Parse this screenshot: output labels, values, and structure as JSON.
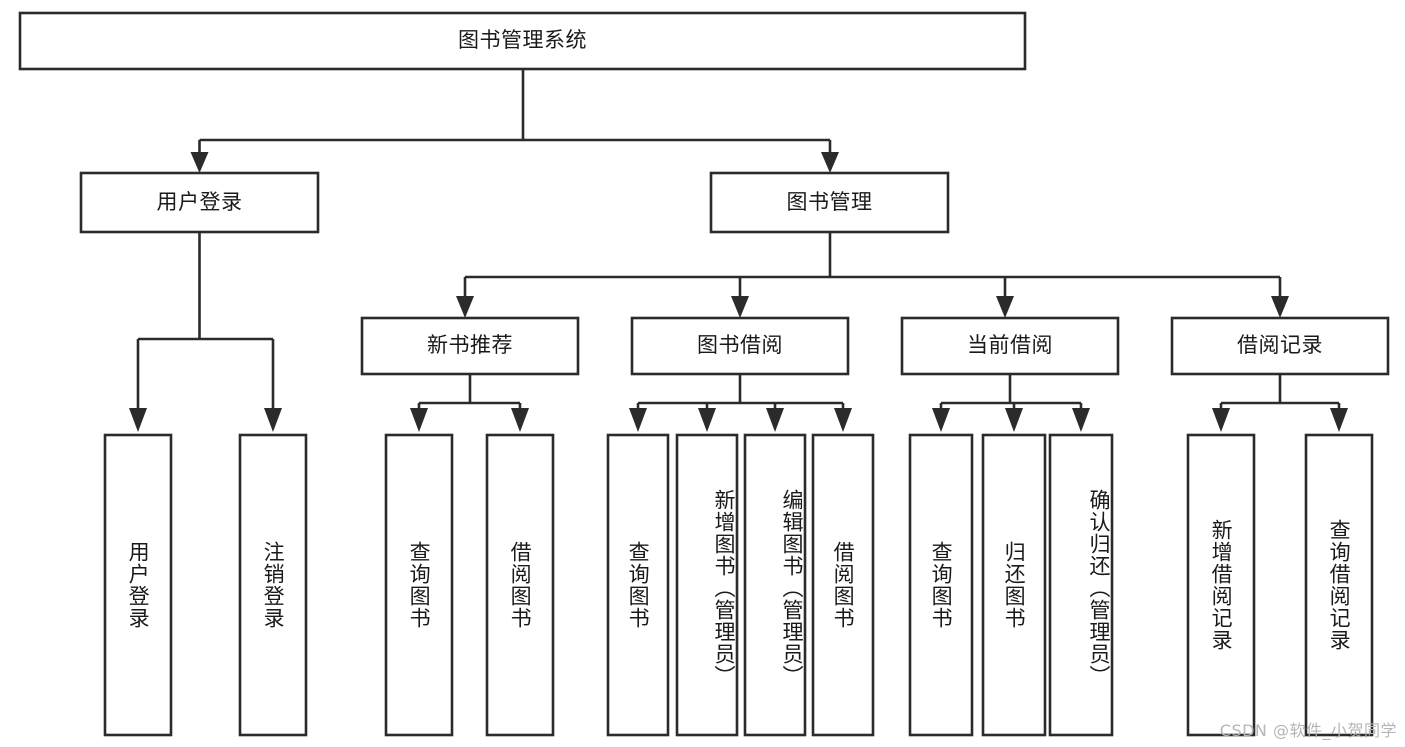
{
  "diagram": {
    "type": "tree",
    "title": "图书管理系统",
    "colors": {
      "box_stroke": "#2b2b2b",
      "box_fill": "#ffffff",
      "text": "#1a1a1a",
      "background": "#ffffff",
      "watermark": "#b5b5b5"
    },
    "root": {
      "label": "图书管理系统"
    },
    "level1": [
      {
        "label": "用户登录"
      },
      {
        "label": "图书管理"
      }
    ],
    "level2": [
      {
        "label": "新书推荐"
      },
      {
        "label": "图书借阅"
      },
      {
        "label": "当前借阅"
      },
      {
        "label": "借阅记录"
      }
    ],
    "leaves": {
      "user_login": [
        {
          "label": "用户登录"
        },
        {
          "label": "注销登录"
        }
      ],
      "new_book": [
        {
          "label": "查询图书"
        },
        {
          "label": "借阅图书"
        }
      ],
      "book_borrow": [
        {
          "label": "查询图书"
        },
        {
          "label": "新增图书（管理员）"
        },
        {
          "label": "编辑图书（管理员）"
        },
        {
          "label": "借阅图书"
        }
      ],
      "current_borrow": [
        {
          "label": "查询图书"
        },
        {
          "label": "归还图书"
        },
        {
          "label": "确认归还（管理员）"
        }
      ],
      "borrow_record": [
        {
          "label": "新增借阅记录"
        },
        {
          "label": "查询借阅记录"
        }
      ]
    }
  },
  "watermark": {
    "text": "CSDN @软件_小贺同学"
  }
}
